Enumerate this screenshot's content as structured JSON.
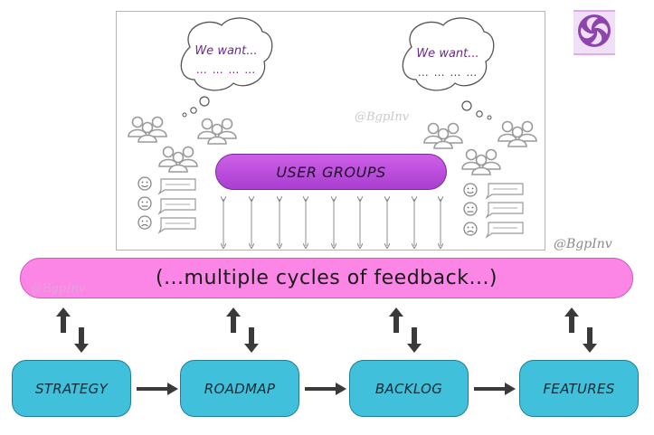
{
  "thought_bubbles": [
    {
      "title": "We want...",
      "dots": "… … … …"
    },
    {
      "title": "We want...",
      "dots": "… … … …"
    }
  ],
  "user_groups_label": "USER GROUPS",
  "feedback_label": "(...multiple cycles of feedback...)",
  "stages": [
    "STRATEGY",
    "ROADMAP",
    "BACKLOG",
    "FEATURES"
  ],
  "watermarks": [
    "@BgpInv",
    "@BgpInv",
    "@BgpInv"
  ],
  "colors": {
    "user_groups": "#c04fe0",
    "feedback_bar": "#fb86e5",
    "stage_box": "#41c0dc",
    "arrows": "#3a3a3a",
    "logo": "#8e44ad"
  }
}
